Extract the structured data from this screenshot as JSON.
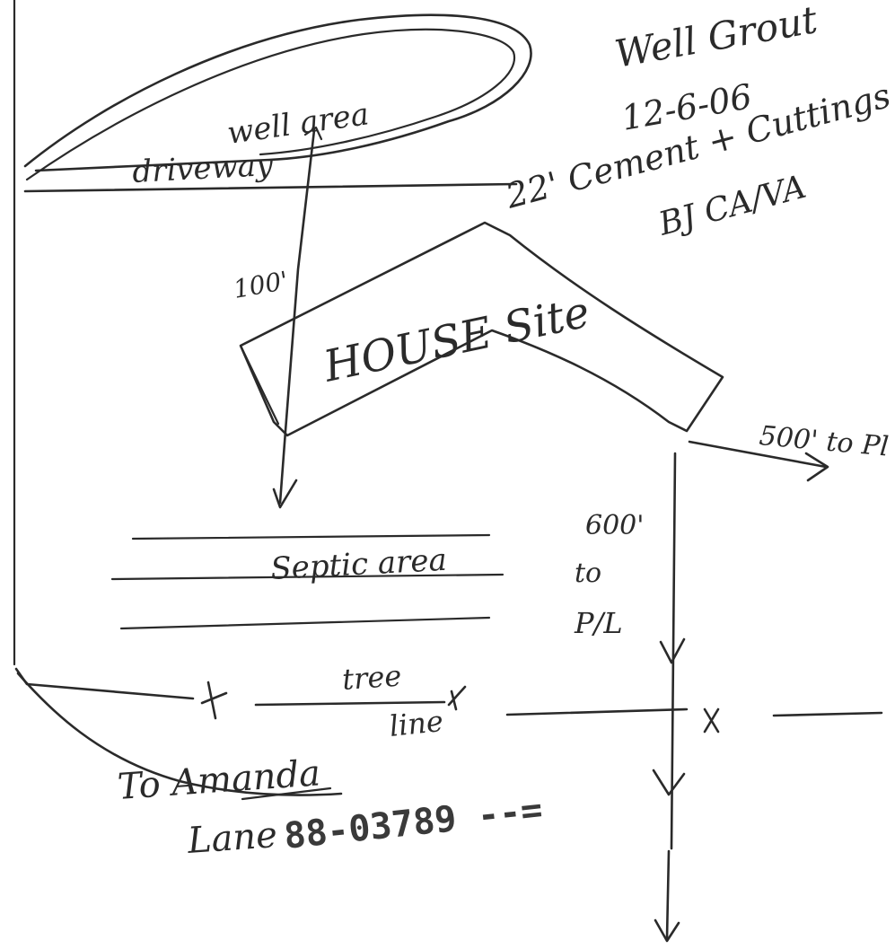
{
  "annotations": {
    "well_grout": "Well Grout",
    "grout_date": "12-6-06",
    "grout_material": "22' Cement + Cuttings",
    "inspector": "BJ CA/VA"
  },
  "labels": {
    "well_area": "well area",
    "driveway": "driveway",
    "house_site": "HOUSE Site",
    "septic_area": "Septic area",
    "tree_line_1": "tree",
    "tree_line_2": "line",
    "road_1": "To Amanda",
    "road_2": "Lane",
    "permit_number": "88-03789 --="
  },
  "distances": {
    "well_to_septic": "100'",
    "house_to_pl_side": "500' to Pl",
    "house_to_pl_down_1": "600'",
    "house_to_pl_down_2": "to",
    "house_to_pl_down_3": "P/L"
  },
  "colors": {
    "ink": "#2a2a2a",
    "paper": "#ffffff"
  }
}
